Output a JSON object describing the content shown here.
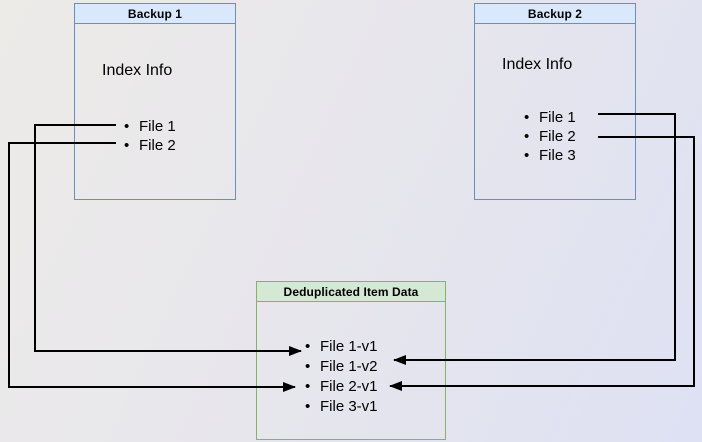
{
  "backup1": {
    "header": "Backup 1",
    "label": "Index Info",
    "files": [
      "File 1",
      "File 2"
    ]
  },
  "backup2": {
    "header": "Backup 2",
    "label": "Index Info",
    "files": [
      "File 1",
      "File 2",
      "File 3"
    ]
  },
  "dedup": {
    "header": "Deduplicated Item Data",
    "items": [
      "File 1-v1",
      "File 1-v2",
      "File 2-v1",
      "File 3-v1"
    ]
  },
  "bullet": "•",
  "connections": [
    {
      "from": "Backup 1 / File 1",
      "to": "Deduplicated Item Data / File 1-v1",
      "side": "left"
    },
    {
      "from": "Backup 1 / File 2",
      "to": "Deduplicated Item Data / File 2-v1",
      "side": "left"
    },
    {
      "from": "Backup 2 / File 1",
      "to": "Deduplicated Item Data / File 1-v2",
      "side": "right"
    },
    {
      "from": "Backup 2 / File 2",
      "to": "Deduplicated Item Data / File 2-v1",
      "side": "right"
    }
  ],
  "colors": {
    "backup_header_fill": "#dae8fc",
    "backup_border": "#6c8ebf",
    "dedup_header_fill": "#d5e8d4",
    "dedup_border": "#82b366",
    "connector": "#000000",
    "text": "#000000",
    "background_start": "#edebe8",
    "background_end": "#dee1f4"
  }
}
